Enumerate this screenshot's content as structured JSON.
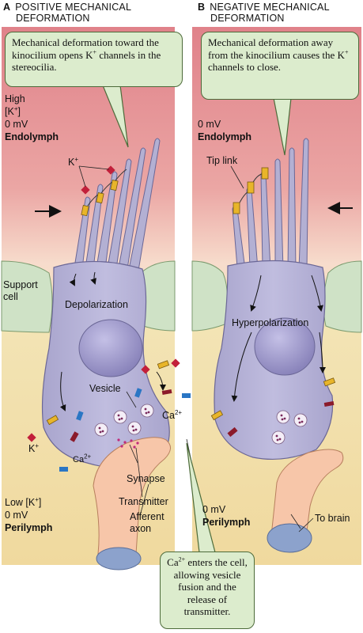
{
  "panel_a": {
    "letter": "A",
    "title_line1": "POSITIVE MECHANICAL",
    "title_line2": "DEFORMATION",
    "callout": "Mechanical deformation toward the kinocilium opens K+ channels in the stereocilia.",
    "labels": {
      "high": "High",
      "k_bracket": "[K+]",
      "zero_mv_top": "0 mV",
      "endolymph": "Endolymph",
      "k_ion": "K+",
      "support_cell": "Support cell",
      "depolarization": "Depolarization",
      "vesicle": "Vesicle",
      "ca": "Ca2+",
      "ca_small": "Ca2+",
      "k_out": "K+",
      "synapse": "Synapse",
      "transmitter": "Transmitter",
      "afferent_axon": "Afferent axon",
      "low_k": "Low [K+]",
      "zero_mv_bottom": "0 mV",
      "perilymph": "Perilymph"
    }
  },
  "panel_b": {
    "letter": "B",
    "title_line1": "NEGATIVE MECHANICAL",
    "title_line2": "DEFORMATION",
    "callout": "Mechanical deformation away from the kinocilium causes the K+ channels to close.",
    "labels": {
      "zero_mv_top": "0 mV",
      "endolymph": "Endolymph",
      "tip_link": "Tip link",
      "hyperpolarization": "Hyperpolarization",
      "zero_mv_bottom": "0 mV",
      "perilymph": "Perilymph",
      "to_brain": "To brain"
    }
  },
  "bottom_callout": "Ca2+ enters the cell, allowing vesicle fusion and the release of transmitter.",
  "colors": {
    "endolymph_top": "#e0828a",
    "perilymph_bottom": "#f0d99e",
    "hair_cell": "#b3b0d3",
    "nucleus": "#8f89be",
    "support_cell": "#cfe2c6",
    "axon": "#f7c6a9",
    "k_ion": "#c21f3a",
    "ca_ion": "#2a76c4",
    "channel": "#e8b52a",
    "callout_bg": "#dceccd"
  }
}
